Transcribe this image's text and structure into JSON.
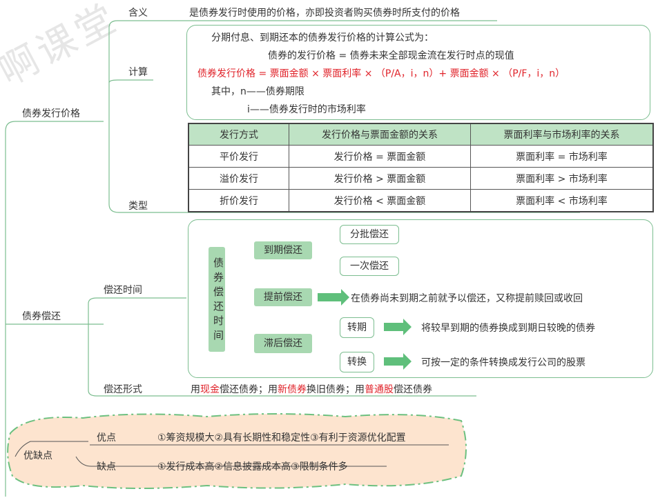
{
  "watermark": "啊课堂",
  "root_items": {
    "bond_price": "债券发行价格",
    "bond_repay": "债券偿还",
    "pros_cons": "优缺点"
  },
  "bond_price": {
    "meaning_label": "含义",
    "meaning_text": "是债券发行时使用的价格，亦即投资者购买债券时所支付的价格",
    "calc_label": "计算",
    "calc_lines": {
      "l1": "分期付息、到期还本的债券发行价格的计算公式为：",
      "l2": "债券的发行价格 = 债券未来全部现金流在发行时点的现值",
      "l3": "债券发行价格 = 票面金额 × 票面利率 × （P/A，i，n）+ 票面金额 × （P/F，i，n）",
      "l4": "其中，n——债券期限",
      "l5": "i——债券发行时的市场利率"
    },
    "type_label": "类型",
    "table": {
      "headers": [
        "发行方式",
        "发行价格与票面金额的关系",
        "票面利率与市场利率的关系"
      ],
      "rows": [
        [
          "平价发行",
          "发行价格 = 票面金额",
          "票面利率 = 市场利率"
        ],
        [
          "溢价发行",
          "发行价格 > 票面金额",
          "票面利率 > 市场利率"
        ],
        [
          "折价发行",
          "发行价格 < 票面金额",
          "票面利率 < 市场利率"
        ]
      ]
    }
  },
  "bond_repay": {
    "time_label": "偿还时间",
    "vertical_label": "债券偿还时间",
    "maturity": "到期偿还",
    "batch": "分批偿还",
    "once": "一次偿还",
    "early": "提前偿还",
    "early_desc": "在债券尚未到期之前就予以偿还，又称提前赎回或收回",
    "late": "滞后偿还",
    "rollover": "转期",
    "rollover_desc": "将较早到期的债券换成到期日较晚的债券",
    "convert": "转换",
    "convert_desc": "可按一定的条件转换成发行公司的股票",
    "form_label": "偿还形式",
    "form_parts": {
      "p1": "用",
      "p2": "现金",
      "p3": "偿还债券；用",
      "p4": "新债券",
      "p5": "换旧债券；用",
      "p6": "普通股",
      "p7": "偿还债券"
    }
  },
  "pros_cons": {
    "pros_label": "优点",
    "pros_text": "①筹资规模大②具有长期性和稳定性③有利于资源优化配置",
    "cons_label": "缺点",
    "cons_text": "①发行成本高②信息披露成本高③限制条件多"
  },
  "colors": {
    "accent_green": "#5fbf7b",
    "red": "#e0232a",
    "cloud_fill": "#fde4cf"
  }
}
